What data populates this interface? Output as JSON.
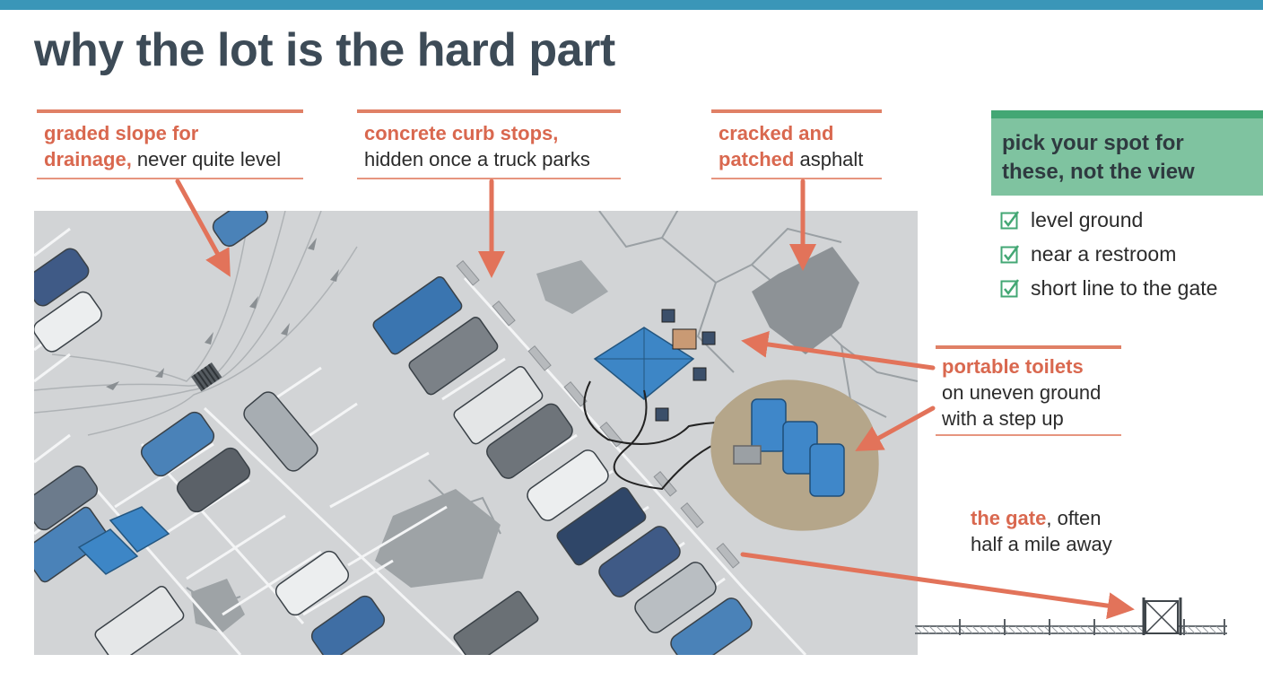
{
  "title": "why the lot is the hard part",
  "colors": {
    "accent": "#d9684f",
    "checklist_green": "#43a774",
    "top_bar": "#3a96b8"
  },
  "callouts": {
    "drainage": {
      "highlight_1": "graded slope for",
      "highlight_2": "drainage,",
      "rest": " never quite level"
    },
    "curb": {
      "highlight": "concrete curb stops,",
      "rest": "hidden once a truck parks"
    },
    "asphalt": {
      "highlight_1": "cracked and",
      "highlight_2": "patched",
      "rest": " asphalt"
    },
    "toilets": {
      "highlight": "portable toilets",
      "line_2": "on uneven ground",
      "line_3": "with a step up"
    },
    "gate": {
      "highlight": "the gate",
      "rest": ", often",
      "line_2": "half a mile away"
    }
  },
  "checklist": {
    "heading_line_1": "pick your spot for",
    "heading_line_2": "these, not the view",
    "items": [
      "level ground",
      "near a restroom",
      "short line to the gate"
    ],
    "icon": "checkbox-check-icon"
  }
}
